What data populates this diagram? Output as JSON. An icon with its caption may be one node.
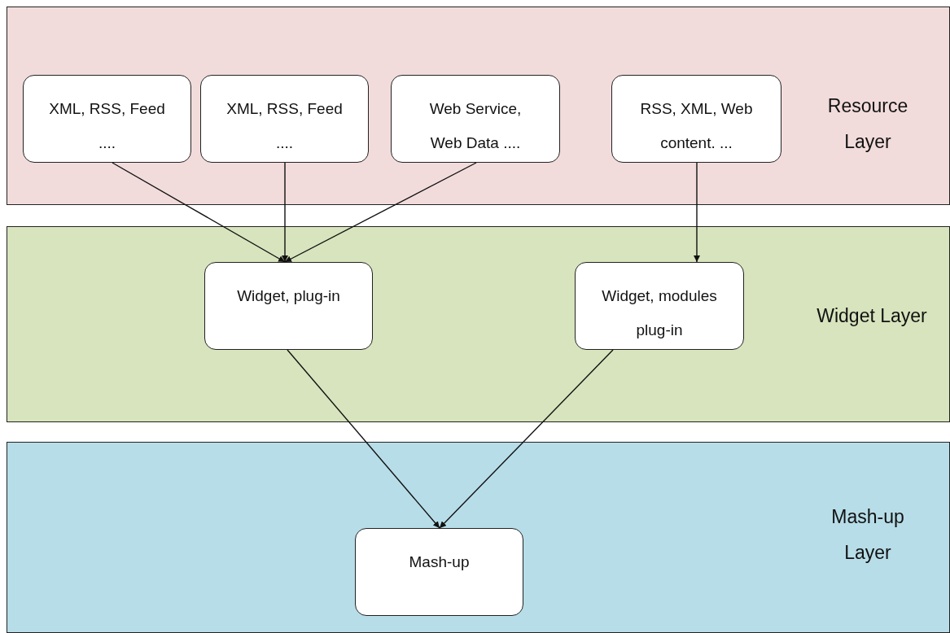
{
  "diagram": {
    "nodes": [
      {
        "text": [
          "Resource Layer"
        ]
      },
      {
        "text": [
          "XML, RSS, Feed ...."
        ],
        "in": 0
      },
      {
        "text": [
          "XML, RSS, Feed ...."
        ],
        "in": 0
      },
      {
        "text": [
          "Web Service, Web Data ...."
        ],
        "in": 0
      },
      {
        "text": [
          "RSS, XML, Web content. ..."
        ],
        "in": 0
      },
      {
        "text": [
          "Widget Layer"
        ]
      },
      {
        "text": [
          "Widget, plug-in"
        ],
        "in": 5
      },
      {
        "text": [
          "Widget, modules plug-in"
        ],
        "in": 5
      },
      {
        "text": [
          "Mash-up Layer"
        ]
      },
      {
        "text": [
          "Mash-up"
        ],
        "in": 8
      }
    ],
    "edges": [
      {
        "from": 1,
        "to": 6,
        "arrow": "to"
      },
      {
        "from": 2,
        "to": 6,
        "arrow": "to"
      },
      {
        "from": 3,
        "to": 6,
        "arrow": "to"
      },
      {
        "from": 4,
        "to": 7,
        "arrow": "to"
      },
      {
        "from": 6,
        "to": 9,
        "arrow": "to"
      },
      {
        "from": 7,
        "to": 9,
        "arrow": "to"
      }
    ]
  }
}
